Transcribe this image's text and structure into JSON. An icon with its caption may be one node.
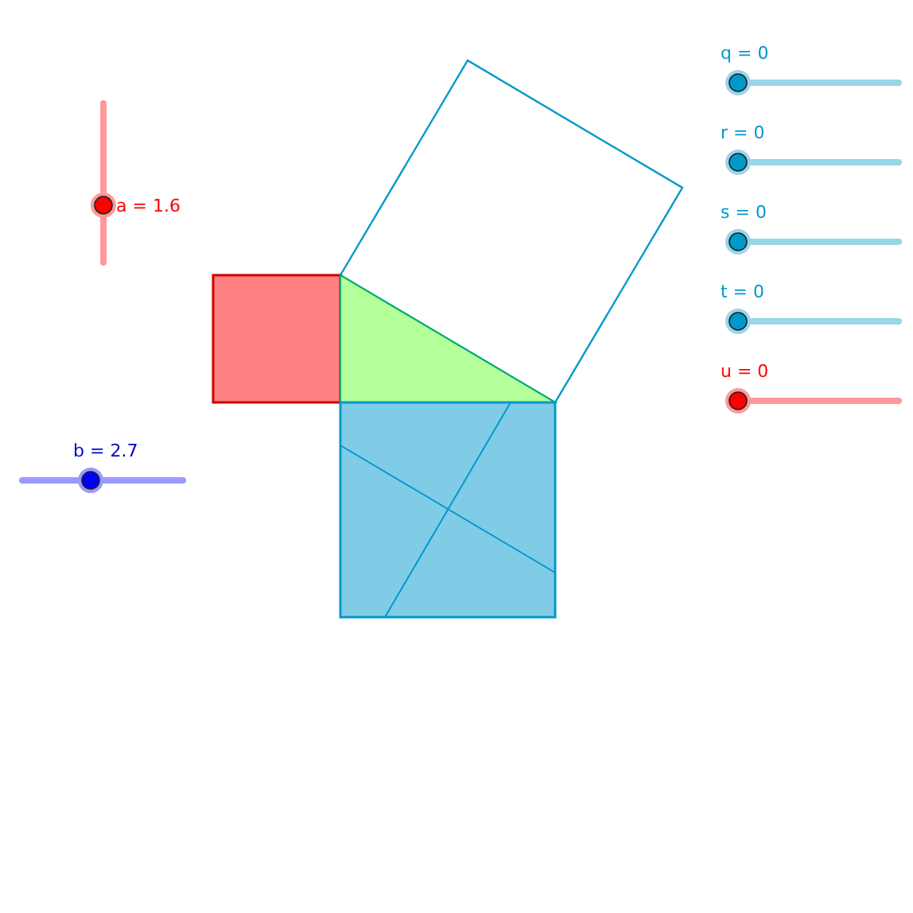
{
  "diagram": {
    "labels": [
      "a = 1.6",
      "b = 2.7",
      "q = 0",
      "r = 0",
      "s = 0",
      "t = 0",
      "u = 0"
    ]
  }
}
